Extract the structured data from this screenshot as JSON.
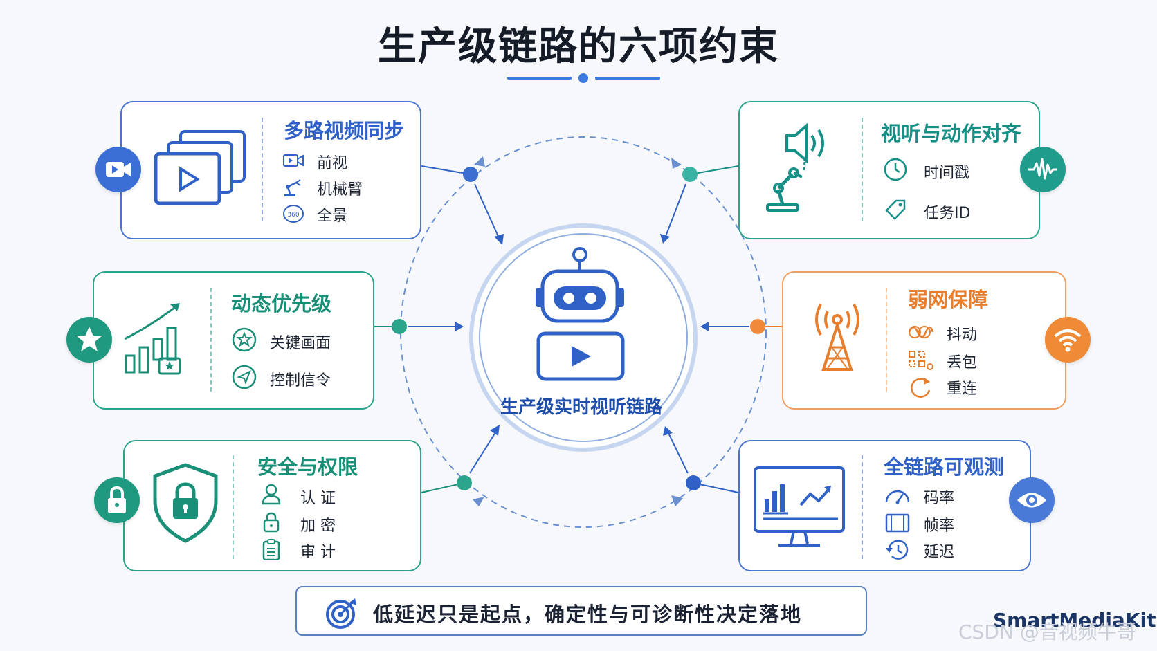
{
  "title": "生产级链路的六项约束",
  "center": {
    "label": "生产级实时视听链路"
  },
  "cards": [
    {
      "title": "多路视频同步",
      "color": "#2f61c6",
      "items": [
        "前视",
        "机械臂",
        "全景"
      ]
    },
    {
      "title": "视听与动作对齐",
      "color": "#168f87",
      "items": [
        "时间戳",
        "任务ID"
      ]
    },
    {
      "title": "动态优先级",
      "color": "#1a8f77",
      "items": [
        "关键画面",
        "控制信令"
      ]
    },
    {
      "title": "弱网保障",
      "color": "#e67e2e",
      "items": [
        "抖动",
        "丢包",
        "重连"
      ]
    },
    {
      "title": "安全与权限",
      "color": "#1a8f77",
      "items": [
        "认 证",
        "加 密",
        "审 计"
      ]
    },
    {
      "title": "全链路可观测",
      "color": "#2f61c6",
      "items": [
        "码率",
        "帧率",
        "延迟"
      ]
    }
  ],
  "bottom_banner": "低延迟只是起点，确定性与可诊断性决定落地",
  "brand": "SmartMediaKit",
  "watermark": "CSDN @音视频牛哥"
}
